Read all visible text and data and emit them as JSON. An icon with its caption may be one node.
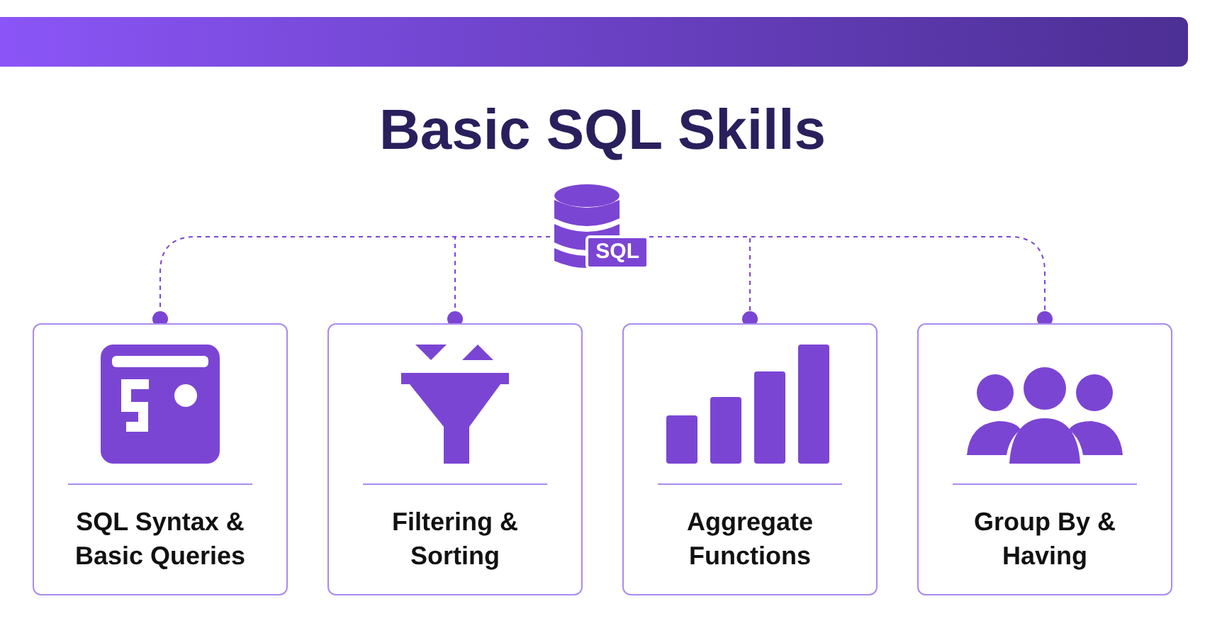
{
  "diagram": {
    "title": "Basic SQL Skills",
    "nodes": [
      {
        "text": [
          "SQL"
        ]
      },
      {
        "text": [
          "SQL Syntax & Basic Queries"
        ]
      },
      {
        "text": [
          "Filtering & Sorting"
        ]
      },
      {
        "text": [
          "Aggregate Functions"
        ]
      },
      {
        "text": [
          "Group By & Having"
        ]
      }
    ],
    "edges": [
      {
        "from": 0,
        "to": 1,
        "arrow": "other",
        "style": "dashed"
      },
      {
        "from": 0,
        "to": 2,
        "arrow": "other",
        "style": "dashed"
      },
      {
        "from": 0,
        "to": 3,
        "arrow": "other",
        "style": "dashed"
      },
      {
        "from": 0,
        "to": 4,
        "arrow": "other",
        "style": "dashed"
      }
    ]
  }
}
